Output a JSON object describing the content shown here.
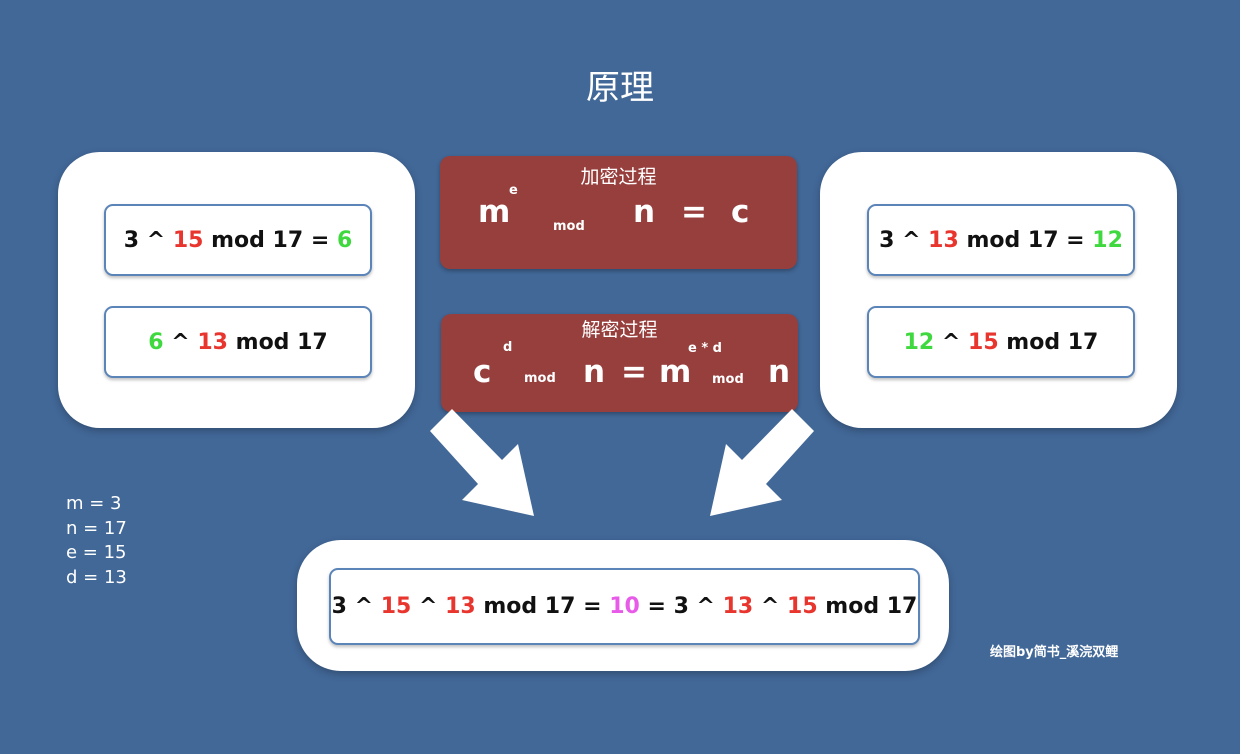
{
  "title": "原理",
  "encrypt": {
    "title": "加密过程",
    "m": "m",
    "e": "e",
    "mod": "mod",
    "n": "n",
    "eq": "=",
    "c": "c"
  },
  "decrypt": {
    "title": "解密过程",
    "c": "c",
    "d": "d",
    "mod1": "mod",
    "n1": "n",
    "eq": "=",
    "m": "m",
    "ed": "e * d",
    "mod2": "mod",
    "n2": "n"
  },
  "left_panel": {
    "eq1": {
      "base": "3",
      "op1": " ^ ",
      "exp": "15",
      "rest": " mod 17 = ",
      "result": "6"
    },
    "eq2": {
      "base": "6",
      "op1": " ^ ",
      "exp": "13",
      "rest": " mod 17"
    }
  },
  "right_panel": {
    "eq1": {
      "base": "3",
      "op1": " ^ ",
      "exp": "13",
      "rest": " mod 17 = ",
      "result": "12"
    },
    "eq2": {
      "base": "12",
      "op1": " ^ ",
      "exp": "15",
      "rest": " mod 17"
    }
  },
  "bottom": {
    "p1": "3 ^ ",
    "e1": "15",
    "p2": " ^ ",
    "e2": "13",
    "p3": " mod 17 = ",
    "result": "10",
    "p4": " = 3 ^ ",
    "e3": "13",
    "p5": " ^ ",
    "e4": "15",
    "p6": " mod 17"
  },
  "variables": [
    "m = 3",
    "n = 17",
    "e = 15",
    "d = 13"
  ],
  "credit": "绘图by简书_溪浣双鲤",
  "colors": {
    "background": "#426898",
    "formula_box": "#963f3d",
    "exponent_red": "#e8362e",
    "result_green": "#3fd93f",
    "final_magenta": "#e85ae8"
  }
}
